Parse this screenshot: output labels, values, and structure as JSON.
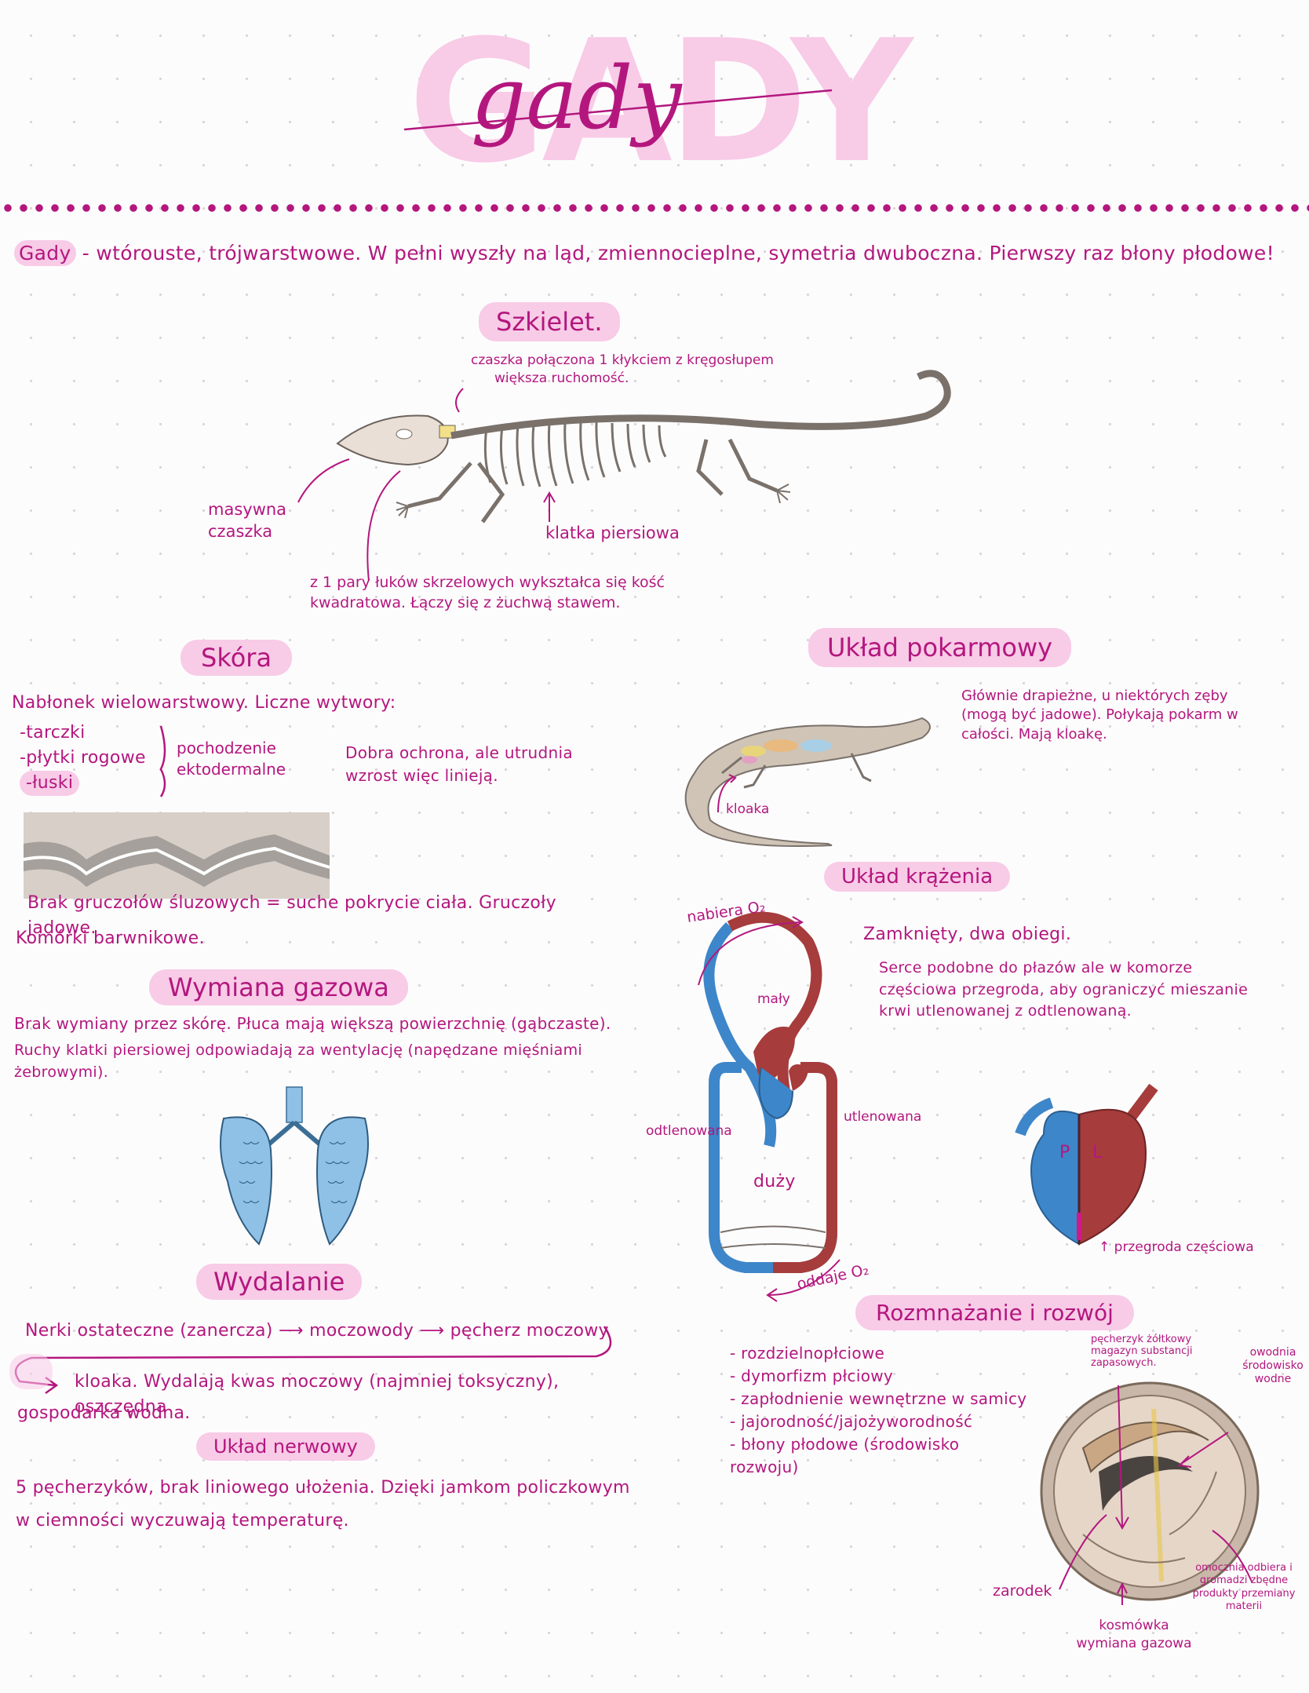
{
  "title": {
    "outline": "GADY",
    "script": "gady"
  },
  "intro": {
    "term": "Gady",
    "text": " - wtórouste, trójwarstwowe. W pełni wyszły na ląd, zmiennocieplne, symetria dwuboczna. Pierwszy raz błony płodowe!"
  },
  "skeleton": {
    "header": "Szkielet.",
    "label_skull_joint": "czaszka połączona 1 kłykciem z kręgosłupem",
    "label_skull_joint_2": "większa ruchomość.",
    "label_skull": "masywna czaszka",
    "label_chest": "klatka piersiowa",
    "label_bottom": "z 1 pary łuków skrzelowych wykształca się kość kwadratowa. Łączy się z żuchwą stawem."
  },
  "skin": {
    "header": "Skóra",
    "intro": "Nabłonek wielowarstwowy. Liczne wytwory:",
    "items": [
      "-tarczki",
      "-płytki rogowe",
      "-łuski"
    ],
    "origin": "pochodzenie ektodermalne",
    "note": "Dobra ochrona, ale utrudnia wzrost więc linieją.",
    "bottom": "Brak gruczołów śluzowych = suche pokrycie ciała. Gruczoły jadowe.",
    "bottom2": "Komórki barwnikowe."
  },
  "gas": {
    "header": "Wymiana gazowa",
    "line1": "Brak wymiany przez skórę. Płuca mają większą powierzchnię (gąbczaste).",
    "line2": "Ruchy klatki piersiowej odpowiadają za wentylację (napędzane mięśniami żebrowymi)."
  },
  "excretion": {
    "header": "Wydalanie",
    "kidneys": "Nerki ostateczne (zanercza)",
    "ureters": "moczowody",
    "bladder": "pęcherz moczowy",
    "line2": "kloaka. Wydalają kwas moczowy (najmniej toksyczny), oszczędna",
    "line3": "gospodarka wodna."
  },
  "nervous": {
    "header": "Układ nerwowy",
    "line1": "5 pęcherzyków, brak liniowego ułożenia. Dzięki jamkom policzkowym",
    "line2": "w ciemności wyczuwają temperaturę."
  },
  "digestive": {
    "header": "Układ pokarmowy",
    "text": "Głównie drapieżne, u niektórych zęby (mogą być jadowe). Połykają pokarm w całości. Mają kloakę.",
    "label": "kloaka"
  },
  "circulatory": {
    "header": "Układ krążenia",
    "text1": "Zamknięty, dwa obiegi.",
    "text2": "Serce podobne do płazów ale w komorze częściowa przegroda, aby ograniczyć mieszanie krwi utlenowanej z odtlenowaną.",
    "label_small": "mały",
    "label_big": "duży",
    "label_deox": "odtlenowana",
    "label_ox": "utlenowana",
    "label_takes": "nabiera O₂",
    "label_gives": "oddaje O₂",
    "heart_p": "P",
    "heart_l": "L",
    "label_septum": "przegroda częściowa"
  },
  "reproduction": {
    "header": "Rozmnażanie i rozwój",
    "items": [
      "- rozdzielnopłciowe",
      "- dymorfizm płciowy",
      "- zapłodnienie wewnętrzne w samicy",
      "- jajorodność/jajożyworodność",
      "- błony płodowe (środowisko rozwoju)"
    ],
    "label_yolk": "pęcherzyk żółtkowy magazyn substancji zapasowych.",
    "label_amnion": "owodnia środowisko wodne",
    "label_chorion": "omocznia odbiera i gromadzi zbędne produkty przemiany materii",
    "label_embryo": "zarodek",
    "label_allantois": "kosmówka wymiana gazowa"
  },
  "colors": {
    "ink": "#b3177e",
    "highlight": "#f8cbe7",
    "oxygenated": "#a63c3c",
    "deoxygenated": "#3d86c9",
    "lungs": "#8fc1e6",
    "bone": "#e9dfd6"
  }
}
